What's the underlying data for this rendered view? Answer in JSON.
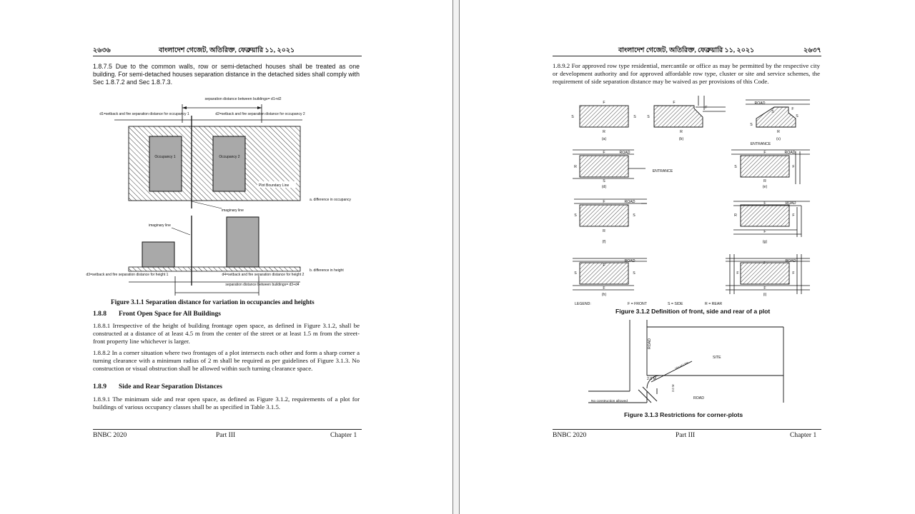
{
  "left_page": {
    "header": {
      "page_number": "২৬৩৬",
      "gazette": "বাংলাদেশ গেজেট, অতিরিক্ত, ফেব্রুয়ারি ১১, ২০২১"
    },
    "para_1875": "1.8.7.5     Due to the common walls, row or semi-detached houses shall be treated as one building. For semi-detached houses separation distance in the detached sides shall comply with Sec 1.8.7.2 and Sec 1.8.7.3.",
    "figure_311": {
      "sep_label": "separation distance between buildings= d1+d2",
      "d1_label": "d1=setback and fire separation distance for occupancy 1",
      "d2_label": "d2=setback and fire separation distance for occupancy 2",
      "occ1": "Occupancy 1",
      "occ2": "Occupancy 2",
      "plot_boundary": "Plot Boundary Line",
      "diff_occupancy": "a. difference in occupancy",
      "imaginary_line_a": "imaginary line",
      "imaginary_line_b": "imaginary line",
      "diff_height": "b. difference in height",
      "d3_label": "d3=setback and fire separation distance for height 1",
      "d4_label": "d4=setback and fire separation distance for height 2",
      "sep_label_b": "separation distance between buildings= d3+d4",
      "caption": "Figure 3.1.1 Separation distance for variation in occupancies and heights"
    },
    "sec_188": {
      "num": "1.8.8",
      "title": "Front Open Space for All Buildings"
    },
    "para_1881": "1.8.8.1     Irrespective of the height of building frontage open space, as defined in Figure 3.1.2, shall be constructed at a distance of at least 4.5 m from the center of the street or at least 1.5 m from the street-front property line whichever is larger.",
    "para_1882": "1.8.8.2     In a corner situation where two frontages of a plot intersects each other and form a sharp corner a turning clearance with a minimum radius of 2 m shall be required as per guidelines of Figure 3.1.3. No construction or visual obstruction shall be allowed within such turning clearance space.",
    "sec_189": {
      "num": "1.8.9",
      "title": "Side and Rear Separation Distances"
    },
    "para_1891": "1.8.9.1     The minimum side and rear open space, as defined as Figure 3.1.2, requirements of a plot for buildings of various occupancy classes shall be as specified in Table 3.1.5.",
    "footer": {
      "left": "BNBC 2020",
      "center": "Part III",
      "right": "Chapter 1"
    }
  },
  "right_page": {
    "header": {
      "gazette": "বাংলাদেশ গেজেট, অতিরিক্ত, ফেব্রুয়ারি ১১, ২০২১",
      "page_number": "২৬৩৭"
    },
    "para_1892": "1.8.9.2     For approved row type residential, mercantile or office as may be permitted by the respective city or development authority and for approved affordable row type, cluster or site and service schemes, the requirement of side separation distance may be waived as per provisions of this Code.",
    "figure_312": {
      "F": "F",
      "S": "S",
      "R": "R",
      "road": "ROAD",
      "entrance": "ENTRANCE",
      "sub_a": "(a)",
      "sub_b": "(b)",
      "sub_c": "(c)",
      "sub_d": "(d)",
      "sub_e": "(e)",
      "sub_f": "(f)",
      "sub_g": "(g)",
      "sub_h": "(h)",
      "sub_i": "(i)",
      "legend": "LEGEND:",
      "legend_f": "F = FRONT",
      "legend_s": "S = SIDE",
      "legend_r": "R = REAR",
      "caption": "Figure 3.1.2 Definition of front, side and rear of a plot"
    },
    "figure_313": {
      "road_v": "ROAD",
      "site": "SITE",
      "radius": "2.0 M",
      "line_label": "Visual Line",
      "dim": "2.0 M",
      "road_h": "ROAD",
      "no_construction": "No construction allowed",
      "caption": "Figure 3.1.3 Restrictions for corner-plots"
    },
    "footer": {
      "left": "BNBC 2020",
      "center": "Part III",
      "right": "Chapter 1"
    }
  }
}
